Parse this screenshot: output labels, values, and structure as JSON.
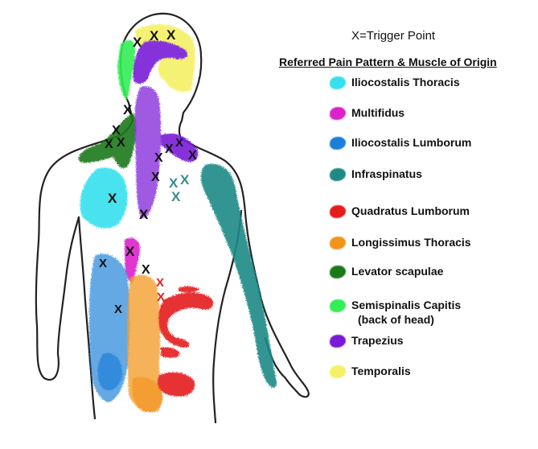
{
  "trigger_legend": {
    "symbol": "X",
    "text": "=Trigger Point"
  },
  "legend_title": "Referred Pain Pattern & Muscle of Origin",
  "legend": [
    {
      "key": "iliocostalis-thoracis",
      "label": "Iliocostalis Thoracis",
      "sub": "",
      "color": "#35e0ee"
    },
    {
      "key": "multifidus",
      "label": "Multifidus",
      "sub": "",
      "color": "#dd22cc"
    },
    {
      "key": "iliocostalis-lumborum",
      "label": "Iliocostalis Lumborum",
      "sub": "",
      "color": "#1a7fd8"
    },
    {
      "key": "infraspinatus",
      "label": "Infraspinatus",
      "sub": "",
      "color": "#1e8a86"
    },
    {
      "key": "quadratus-lumborum",
      "label": "Quadratus Lumborum",
      "sub": "",
      "color": "#e41b1b"
    },
    {
      "key": "longissimus-thoracis",
      "label": "Longissimus Thoracis",
      "sub": "",
      "color": "#f2931a"
    },
    {
      "key": "levator-scapulae",
      "label": "Levator scapulae",
      "sub": "",
      "color": "#1a7a1a"
    },
    {
      "key": "semispinalis-capitis",
      "label": "Semispinalis Capitis",
      "sub": "(back of head)",
      "color": "#33ee55"
    },
    {
      "key": "trapezius",
      "label": "Trapezius",
      "sub": "",
      "color": "#7a1ad8"
    },
    {
      "key": "temporalis",
      "label": "Temporalis",
      "sub": "",
      "color": "#f5f066"
    }
  ],
  "x_colors": {
    "black": "#111111",
    "teal": "#3a8c8c",
    "red": "#e02020"
  }
}
